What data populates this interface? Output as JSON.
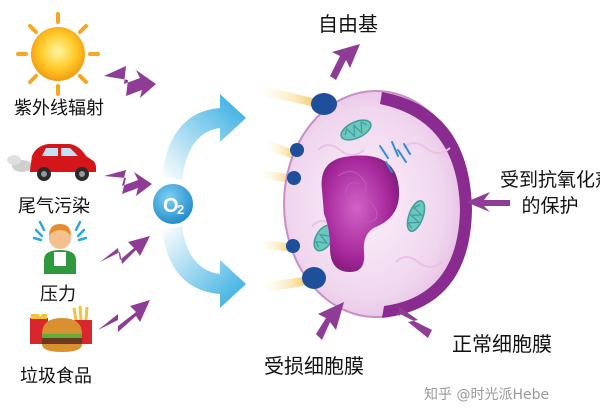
{
  "sources": [
    {
      "label": "紫外线辐射",
      "icon": "sun-icon"
    },
    {
      "label": "尾气污染",
      "icon": "car-icon"
    },
    {
      "label": "压力",
      "icon": "stressed-person-icon"
    },
    {
      "label": "垃圾食品",
      "icon": "junk-food-icon"
    }
  ],
  "oxygen": {
    "base": "O",
    "sub": "2"
  },
  "labels": {
    "free_radical": "自由基",
    "antioxidant_line1": "受到抗氧化剂",
    "antioxidant_line2": "的保护",
    "damaged_membrane": "受损细胞膜",
    "normal_membrane": "正常细胞膜"
  },
  "watermark": "知乎 @时光派Hebe",
  "colors": {
    "arrow_purple": "#8e3c96",
    "cyan": "#2aa9e0",
    "membrane_purple": "#8a2b8f",
    "nucleus_magenta": "#a6289b",
    "radical_blue": "#1d4f9a",
    "cytoplasm": "#f1dcef",
    "mito_teal": "#6cc7c0"
  }
}
